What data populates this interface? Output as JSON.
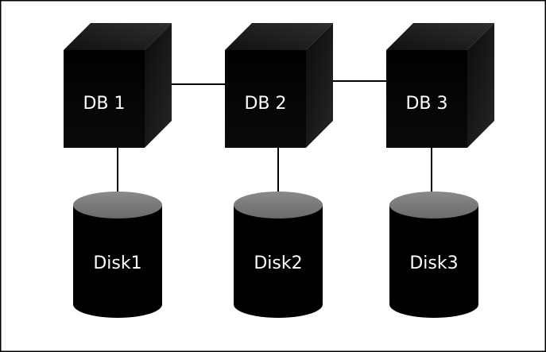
{
  "diagram": {
    "databases": [
      {
        "label": "DB 1"
      },
      {
        "label": "DB 2"
      },
      {
        "label": "DB 3"
      }
    ],
    "disks": [
      {
        "label": "Disk1"
      },
      {
        "label": "Disk2"
      },
      {
        "label": "Disk3"
      }
    ]
  },
  "colors": {
    "cube_front": "#020202",
    "cube_top": "#1c1c1c",
    "cube_side": "#111111",
    "disk_body": "#000000",
    "disk_top": "#7c7c7c",
    "label_text": "#ffffff",
    "connector": "#000000"
  },
  "icons": {
    "database": "cube-icon",
    "disk": "cylinder-icon"
  }
}
